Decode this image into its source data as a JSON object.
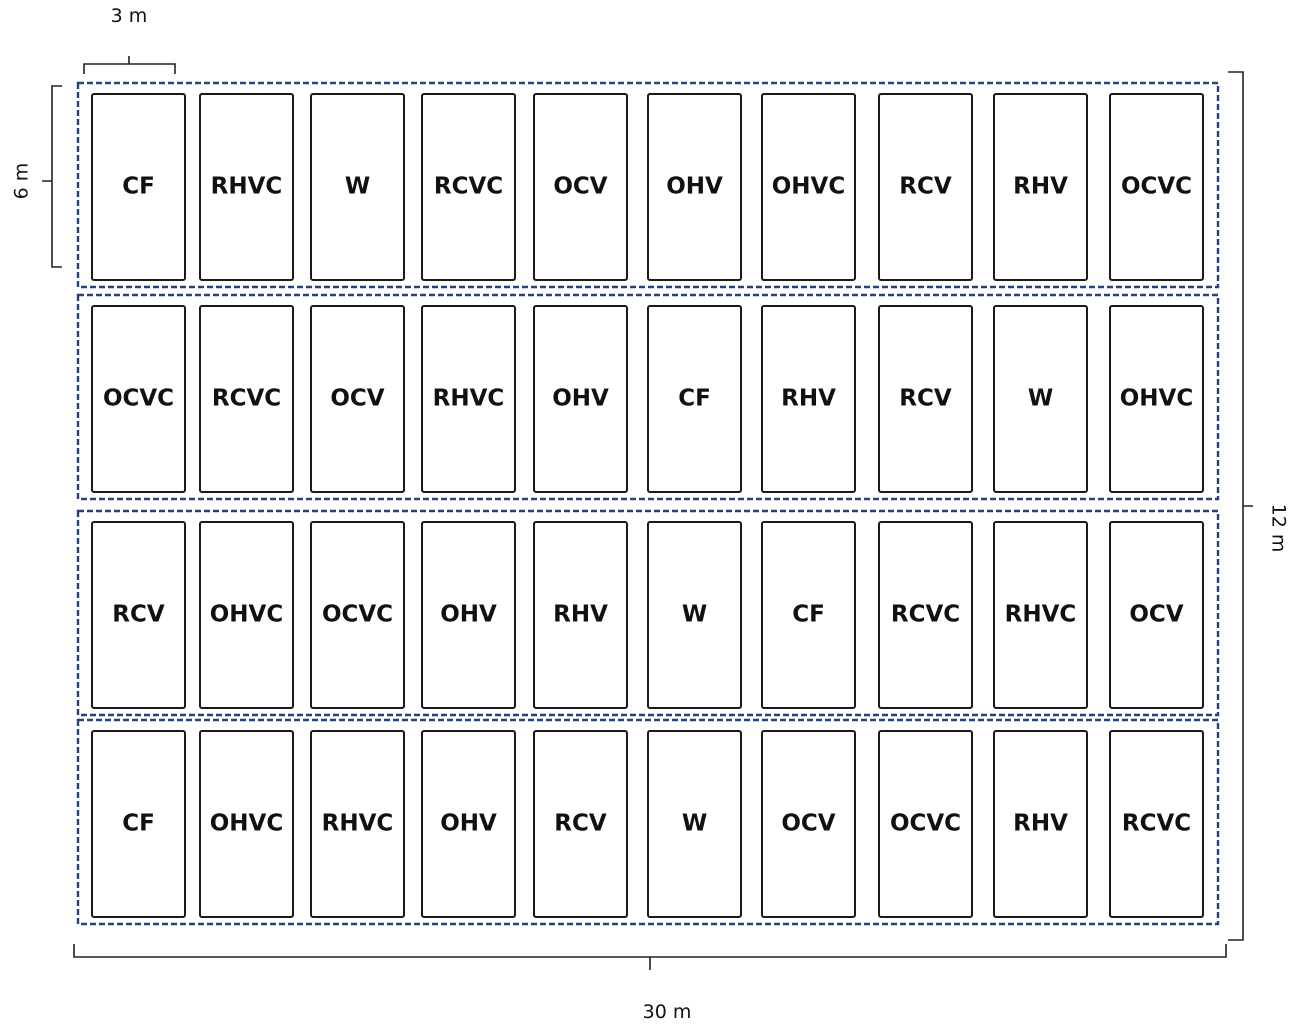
{
  "dimensions": {
    "plot_width": "3 m",
    "plot_length": "6 m",
    "field_width": "30 m",
    "field_length": "12 m"
  },
  "colors": {
    "block_border": "#2b3f7a",
    "plot_border": "#1a1a1a",
    "text": "#111111"
  },
  "blocks": [
    {
      "plots": [
        "CF",
        "RHVC",
        "W",
        "RCVC",
        "OCV",
        "OHV",
        "OHVC",
        "RCV",
        "RHV",
        "OCVC"
      ]
    },
    {
      "plots": [
        "OCVC",
        "RCVC",
        "OCV",
        "RHVC",
        "OHV",
        "CF",
        "RHV",
        "RCV",
        "W",
        "OHVC"
      ]
    },
    {
      "plots": [
        "RCV",
        "OHVC",
        "OCVC",
        "OHV",
        "RHV",
        "W",
        "CF",
        "RCVC",
        "RHVC",
        "OCV"
      ]
    },
    {
      "plots": [
        "CF",
        "OHVC",
        "RHVC",
        "OHV",
        "RCV",
        "W",
        "OCV",
        "OCVC",
        "RHV",
        "RCVC"
      ]
    }
  ]
}
